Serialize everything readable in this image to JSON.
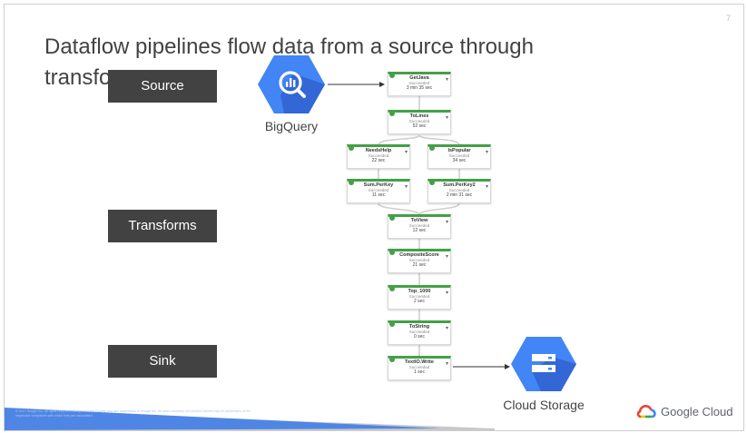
{
  "slide": {
    "title": "Dataflow pipelines flow data from a source through transforms",
    "page_number": "7"
  },
  "stages": {
    "source": "Source",
    "transforms": "Transforms",
    "sink": "Sink"
  },
  "services": {
    "source_service": "BigQuery",
    "sink_service": "Cloud Storage"
  },
  "pipeline": {
    "nodes": [
      {
        "name": "GetJava",
        "status": "Succeeded",
        "time": "3 min 35 sec"
      },
      {
        "name": "ToLines",
        "status": "Succeeded",
        "time": "52 sec"
      },
      {
        "name": "NeedsHelp",
        "status": "Succeeded",
        "time": "22 sec"
      },
      {
        "name": "IsPopular",
        "status": "Succeeded",
        "time": "34 sec"
      },
      {
        "name": "Sum.PerKey",
        "status": "Succeeded",
        "time": "11 sec"
      },
      {
        "name": "Sum.PerKey2",
        "status": "Succeeded",
        "time": "2 min 31 sec"
      },
      {
        "name": "ToView",
        "status": "Succeeded",
        "time": "12 sec"
      },
      {
        "name": "CompositeScore",
        "status": "Succeeded",
        "time": "21 sec"
      },
      {
        "name": "Top_1000",
        "status": "Succeeded",
        "time": "2 sec"
      },
      {
        "name": "ToString",
        "status": "Succeeded",
        "time": "0 sec"
      },
      {
        "name": "TextIO.Write",
        "status": "Succeeded",
        "time": "1 sec"
      }
    ]
  },
  "footer": {
    "copyright": "© 2017 Google Inc. All rights reserved. Google and the Google logo are trademarks of Google Inc. All other company and product names may be trademarks of the respective companies with which they are associated.",
    "brand": "Google Cloud"
  },
  "colors": {
    "accent_blue": "#4285f4",
    "success_green": "#43a047",
    "stage_label_bg": "#424242"
  },
  "icons": {
    "source": "bigquery-icon",
    "sink": "cloud-storage-icon",
    "brand": "google-cloud-logo-icon"
  }
}
